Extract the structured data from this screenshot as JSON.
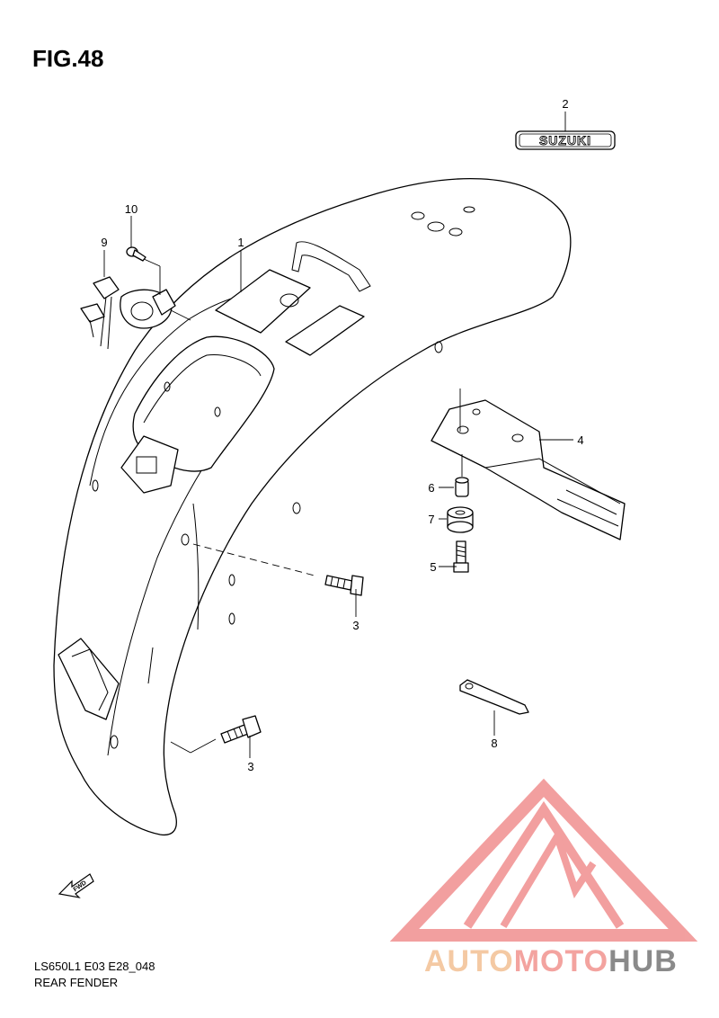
{
  "figure": {
    "title": "FIG.48",
    "code": "LS650L1 E03 E28_048",
    "name": "REAR FENDER"
  },
  "emblem_text": "SUZUKI",
  "fwd_arrow_label": "FWD",
  "callouts": [
    {
      "id": "c1",
      "label": "1"
    },
    {
      "id": "c2",
      "label": "2"
    },
    {
      "id": "c3a",
      "label": "3"
    },
    {
      "id": "c3b",
      "label": "3"
    },
    {
      "id": "c4",
      "label": "4"
    },
    {
      "id": "c5",
      "label": "5"
    },
    {
      "id": "c6",
      "label": "6"
    },
    {
      "id": "c7",
      "label": "7"
    },
    {
      "id": "c8",
      "label": "8"
    },
    {
      "id": "c9",
      "label": "9"
    },
    {
      "id": "c10",
      "label": "10"
    }
  ],
  "watermark": {
    "part1": "AUTO",
    "part2": "MOTO",
    "part3": "HUB",
    "colors": {
      "auto": "#f4c9a3",
      "moto": "#f3a39f",
      "hub": "#8a8a8a",
      "logo": "#f08f8f"
    }
  }
}
